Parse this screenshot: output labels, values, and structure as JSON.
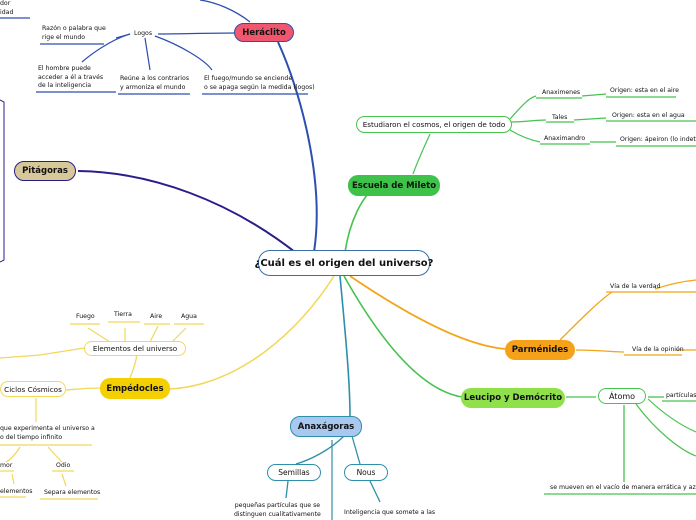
{
  "colors": {
    "center_border": "#3a6ea8",
    "heraclito": "#f0566e",
    "pitagoras": "#d7c89a",
    "mileto": "#3ec24a",
    "parmenides": "#f6a11a",
    "leucipo": "#8fe04b",
    "empedocles": "#f5d000",
    "anaxagoras": "#a9c8f0",
    "branch_blue": "#2d4fb0",
    "branch_green": "#46c34e",
    "branch_orange": "#f2a51a",
    "branch_yellow": "#f2d85a",
    "branch_teal": "#2e8fa8",
    "branch_purple": "#2a1f8a"
  },
  "center": {
    "label": "¿Cuál es el origen del universo?"
  },
  "heraclito": {
    "label": "Heráclito",
    "top_left_fragment": "dor\nidad",
    "logos": "Logos",
    "razon": "Razón o palabra que\nrige el mundo",
    "hombre": "El hombre puede\nacceder a él a través\nde la inteligencia",
    "reune": "Reúne a los contrarios\ny armoniza el mundo",
    "fuego": "El fuego/mundo se enciende\no se apaga según la medida (logos)"
  },
  "pitagoras": {
    "label": "Pitágoras"
  },
  "mileto": {
    "label": "Escuela de Mileto",
    "estudiaron": "Estudiaron el cosmos, el origen de todo",
    "anaximenes": "Anaximenes",
    "anaximenes_origen": "Origen: esta en el aire",
    "tales": "Tales",
    "tales_origen": "Origen: esta en el agua",
    "anaximandro": "Anaximandro",
    "anaximandro_origen": "Origen: ápeiron (lo indeterm"
  },
  "parmenides": {
    "label": "Parménides",
    "verdad": "Vía de la verdad",
    "opinion": "Vía de la opinión"
  },
  "leucipo": {
    "label": "Leucipo y Demócrito",
    "atomo": "Átomo",
    "particulas": "partículas",
    "vacio": "se mueven en el vacío de manera errática y azarosa"
  },
  "empedocles": {
    "label": "Empédocles",
    "elementos": "Elementos del universo",
    "fuego": "Fuego",
    "tierra": "Tierra",
    "aire": "Aire",
    "agua": "Agua",
    "ciclos": "Ciclos Cósmicos",
    "experimenta": "que experimenta el universo a\no del tiempo infinito",
    "amor": "mor",
    "amor_sub": "elementos",
    "odio": "Odio",
    "odio_sub": "Separa elementos"
  },
  "anaxagoras": {
    "label": "Anaxágoras",
    "semillas": "Semillas",
    "nous": "Nous",
    "semillas_desc": "pequeñas partículas que se\ndistinguen cualitativamente",
    "nous_desc": "Inteligencia que somete a las"
  }
}
